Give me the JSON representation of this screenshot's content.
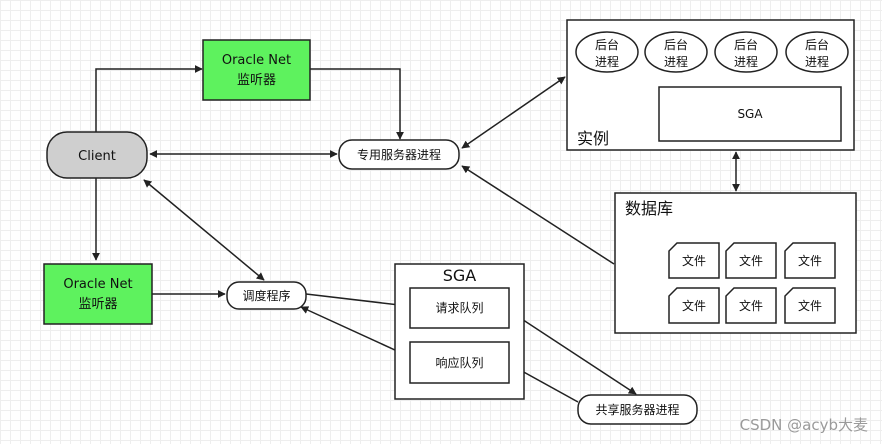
{
  "colors": {
    "listener_fill": "#5ef25e",
    "client_fill": "#cfcfcf",
    "stroke": "#222222",
    "watermark": "#9a9a9a"
  },
  "nodes": {
    "listener_top": {
      "line1": "Oracle Net",
      "line2": "监听器"
    },
    "listener_bottom": {
      "line1": "Oracle Net",
      "line2": "监听器"
    },
    "client": "Client",
    "dedicated_server": "专用服务器进程",
    "dispatcher": "调度程序",
    "shared_server": "共享服务器进程",
    "instance": {
      "label": "实例",
      "sga": "SGA",
      "bg_processes": [
        {
          "line1": "后台",
          "line2": "进程"
        },
        {
          "line1": "后台",
          "line2": "进程"
        },
        {
          "line1": "后台",
          "line2": "进程"
        },
        {
          "line1": "后台",
          "line2": "进程"
        }
      ]
    },
    "database": {
      "label": "数据库",
      "files": [
        "文件",
        "文件",
        "文件",
        "文件",
        "文件",
        "文件"
      ]
    },
    "sga_queues": {
      "title": "SGA",
      "request_queue": "请求队列",
      "response_queue": "响应队列"
    }
  },
  "watermark": "CSDN @acyb大麦"
}
